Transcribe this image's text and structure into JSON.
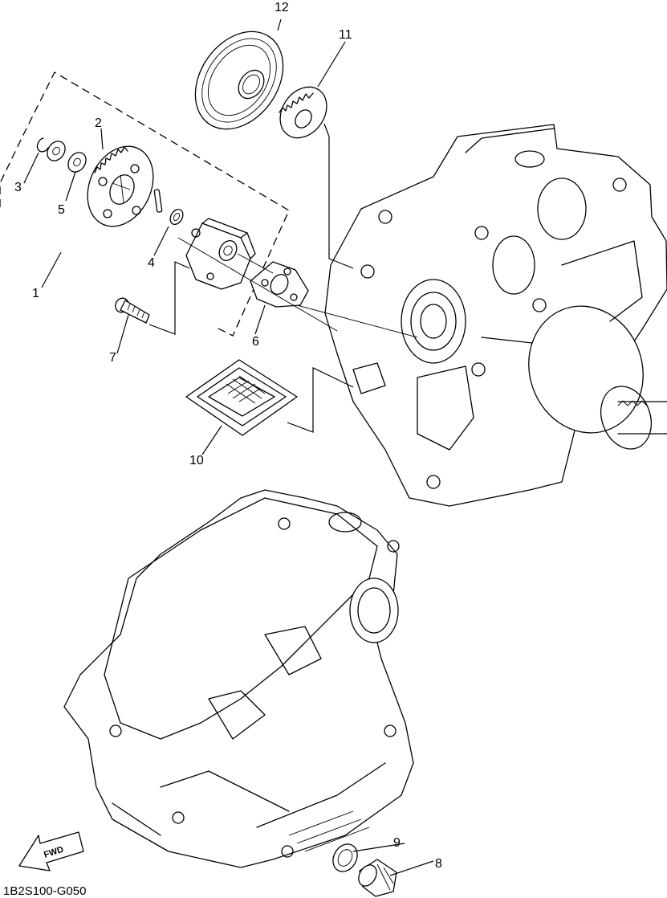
{
  "diagram_code": "1B2S100-G050",
  "fwd_label": "FWD",
  "callouts": {
    "c1": "1",
    "c2": "2",
    "c3": "3",
    "c4": "4",
    "c5": "5",
    "c6": "6",
    "c7": "7",
    "c8": "8",
    "c9": "9",
    "c10": "10",
    "c11": "11",
    "c12": "12"
  }
}
